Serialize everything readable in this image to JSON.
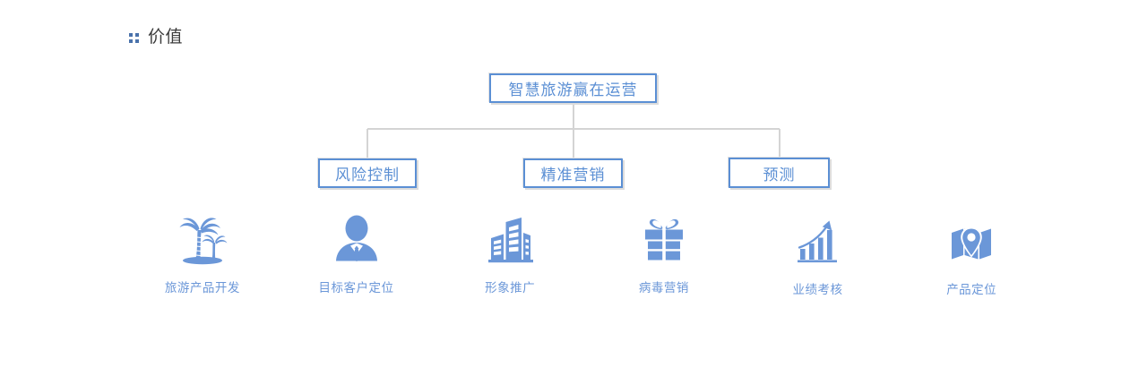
{
  "section": {
    "icon": "grid-icon",
    "title": "价值"
  },
  "tree": {
    "root": {
      "label": "智慧旅游赢在运营"
    },
    "children": [
      {
        "label": "风险控制"
      },
      {
        "label": "精准营销"
      },
      {
        "label": "预测"
      }
    ]
  },
  "icons": [
    {
      "icon": "palm-tree-icon",
      "label": "旅游产品开发"
    },
    {
      "icon": "businessman-icon",
      "label": "目标客户定位"
    },
    {
      "icon": "buildings-icon",
      "label": "形象推广"
    },
    {
      "icon": "gift-box-icon",
      "label": "病毒营销"
    },
    {
      "icon": "bar-chart-growth-icon",
      "label": "业绩考核"
    },
    {
      "icon": "map-pin-icon",
      "label": "产品定位"
    }
  ],
  "colors": {
    "node_border": "#5b8fd4",
    "node_text": "#5b8fd4",
    "connector": "#d4d4d4",
    "icon_blue": "#6b97d8",
    "label_blue": "#6b97d8",
    "header_text": "#3b3b3b",
    "header_icon": "#4a72ab",
    "background": "#ffffff"
  }
}
